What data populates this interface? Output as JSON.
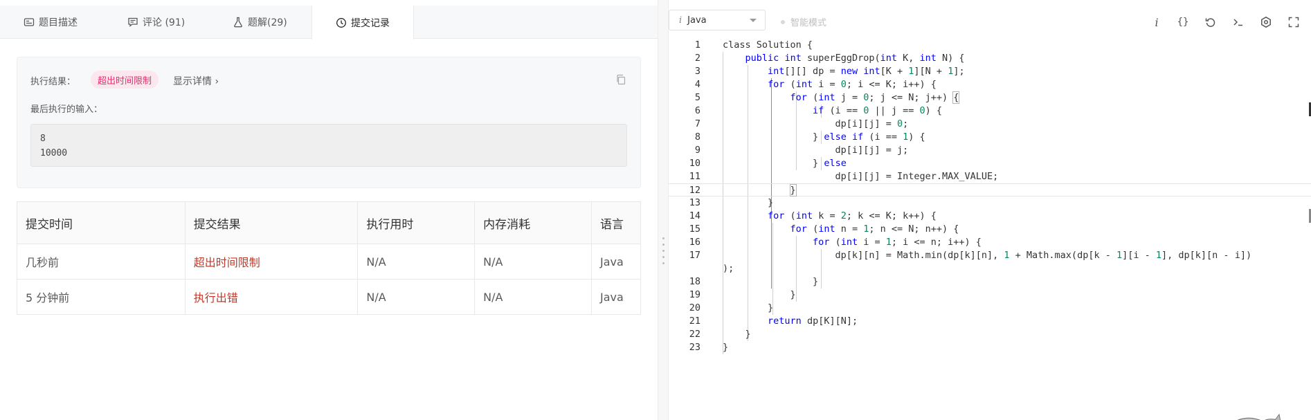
{
  "tabs": [
    {
      "label": "题目描述",
      "icon": "description-icon"
    },
    {
      "label": "评论 (91)",
      "icon": "comment-icon"
    },
    {
      "label": "题解(29)",
      "icon": "flask-icon"
    },
    {
      "label": "提交记录",
      "icon": "clock-icon",
      "active": true
    }
  ],
  "result": {
    "label": "执行结果：",
    "status": "超出时间限制",
    "detail_link": "显示详情 ›",
    "last_input_label": "最后执行的输入：",
    "last_input_lines": [
      "8",
      "10000"
    ]
  },
  "submissions": {
    "headers": [
      "提交时间",
      "提交结果",
      "执行用时",
      "内存消耗",
      "语言"
    ],
    "rows": [
      {
        "time": "几秒前",
        "result": "超出时间限制",
        "runtime": "N/A",
        "memory": "N/A",
        "language": "Java"
      },
      {
        "time": "5 分钟前",
        "result": "执行出错",
        "runtime": "N/A",
        "memory": "N/A",
        "language": "Java"
      }
    ]
  },
  "editor": {
    "language": "Java",
    "language_icon": "i",
    "smart_mode": "智能模式",
    "toolbar_icons": [
      "info-icon",
      "braces-icon",
      "reset-icon",
      "console-icon",
      "settings-icon",
      "fullscreen-icon"
    ],
    "line_numbers": [
      "1",
      "2",
      "3",
      "4",
      "5",
      "6",
      "7",
      "8",
      "9",
      "10",
      "11",
      "12",
      "13",
      "14",
      "15",
      "16",
      "17",
      "",
      "18",
      "19",
      "20",
      "21",
      "22",
      "23"
    ],
    "current_line": "12"
  },
  "colors": {
    "accent_red": "#c0392b",
    "badge_bg": "#fde7ef",
    "badge_text": "#e0316d",
    "keyword": "#0000ff",
    "number": "#098658"
  }
}
